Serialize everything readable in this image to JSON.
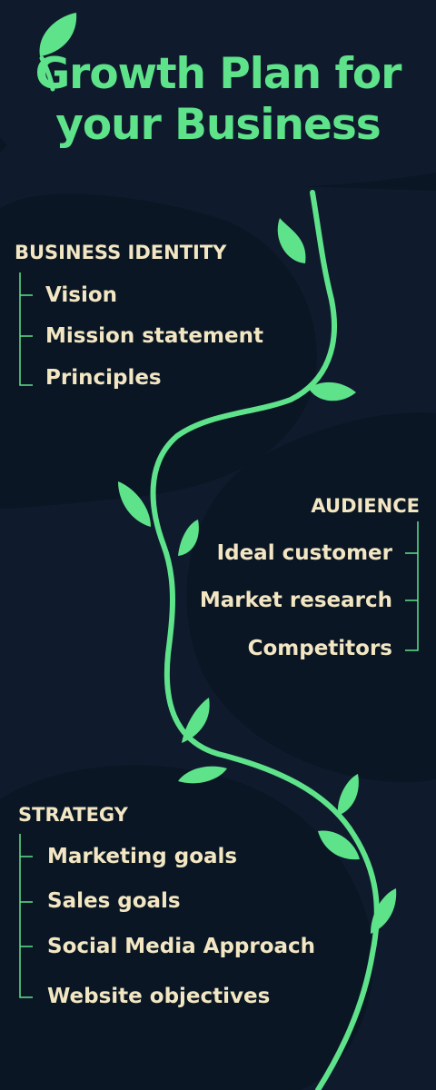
{
  "title": {
    "line1": "Growth Plan for",
    "line2": "your Business"
  },
  "colors": {
    "background": "#0f1b2c",
    "blob": "#0a1624",
    "accent": "#5ee38b",
    "text": "#f3e7c3"
  },
  "sections": [
    {
      "heading": "BUSINESS IDENTITY",
      "items": [
        "Vision",
        "Mission statement",
        "Principles"
      ]
    },
    {
      "heading": "AUDIENCE",
      "items": [
        "Ideal customer",
        "Market research",
        "Competitors"
      ]
    },
    {
      "heading": "STRATEGY",
      "items": [
        "Marketing goals",
        "Sales goals",
        "Social Media Approach",
        "Website objectives"
      ]
    }
  ],
  "icons": {
    "title_decoration": "leaf-icon",
    "vine": "vine-illustration"
  }
}
